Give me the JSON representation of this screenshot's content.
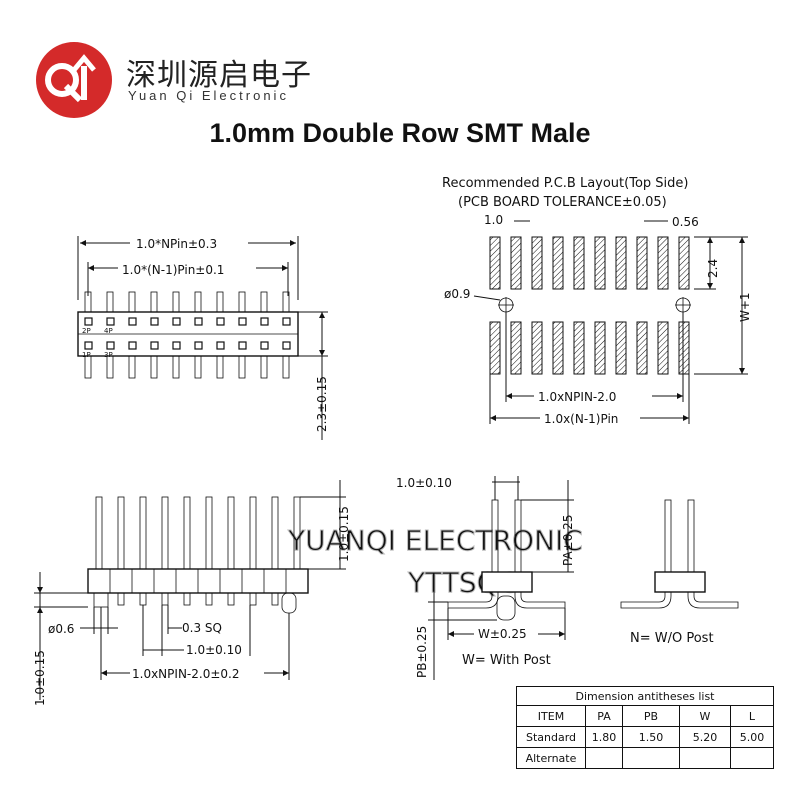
{
  "brand": {
    "logo_text": "QT",
    "name_cn": "深圳源启电子",
    "name_en": "Yuan Qi Electronic",
    "logo_color": "#d42a2a"
  },
  "title": "1.0mm Double Row SMT Male",
  "top_view": {
    "dim_npin": "1.0*NPin±0.3",
    "dim_n1pin": "1.0*(N-1)Pin±0.1",
    "dim_height": "2.3±0.15",
    "pin_label_2p": "2P",
    "pin_label_4p": "4P",
    "pin_label_1p": "1P",
    "pin_label_3p": "3P"
  },
  "pcb_layout": {
    "heading": "Recommended P.C.B Layout(Top Side)",
    "subheading": "(PCB BOARD TOLERANCE±0.05)",
    "dim_pitch": "1.0",
    "dim_pad_width": "0.56",
    "dim_pad_len": "2.4",
    "dim_hole": "ø0.9",
    "dim_w": "W+1",
    "dim_npin": "1.0xNPIN-2.0",
    "dim_n1pin": "1.0x(N-1)Pin"
  },
  "front_view": {
    "dim_pin_len": "1.0±0.15",
    "dim_post": "ø0.6",
    "dim_sq": "0.3 SQ",
    "dim_pitch": "1.0±0.10",
    "dim_npin": "1.0xNPIN-2.0±0.2",
    "dim_left": "1.0±0.15"
  },
  "side_view": {
    "dim_pitch": "1.0±0.10",
    "dim_pa": "PA±0.25",
    "dim_pb": "PB±0.25",
    "dim_w": "W±0.25",
    "label_with_post": "W= With Post",
    "label_without_post": "N= W/O Post"
  },
  "watermark": {
    "line1": "YUANQI ELECTRONIC",
    "line2": "YTTSQC"
  },
  "table": {
    "caption": "Dimension antitheses list",
    "headers": [
      "ITEM",
      "PA",
      "PB",
      "W",
      "L"
    ],
    "rows": [
      [
        "Standard",
        "1.80",
        "1.50",
        "5.20",
        "5.00"
      ],
      [
        "Alternate",
        "",
        "",
        "",
        ""
      ]
    ]
  }
}
